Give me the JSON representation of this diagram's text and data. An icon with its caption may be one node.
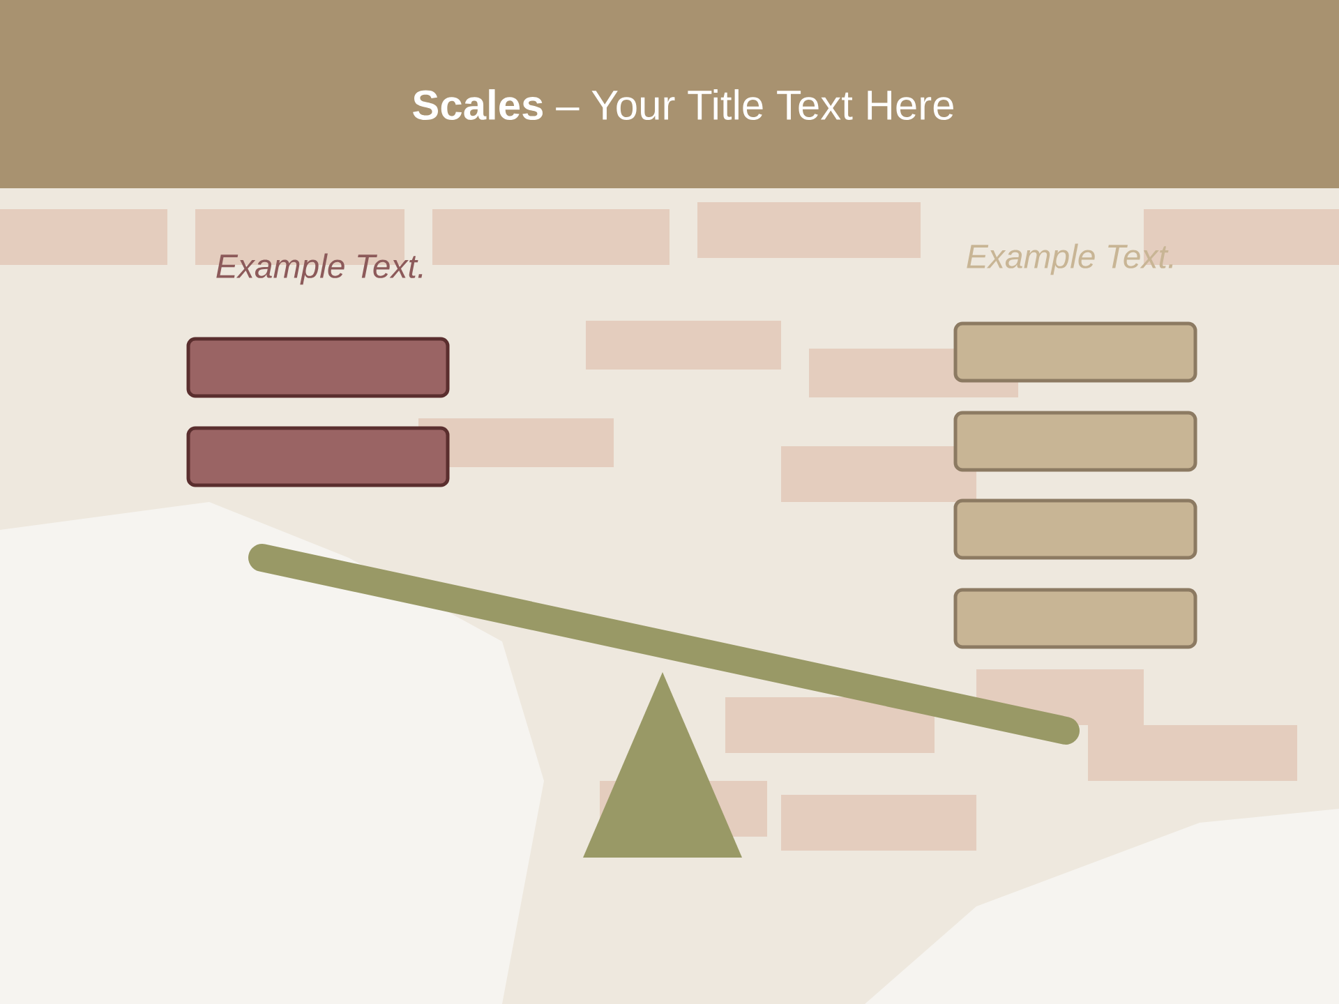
{
  "diagram": {
    "title": "**Scales** – Your Title Text Here",
    "nodes": [
      {
        "text": [],
        "shape": "box"
      },
      {
        "text": [],
        "shape": "box"
      },
      {
        "text": [],
        "shape": "box"
      },
      {
        "text": [],
        "shape": "box"
      },
      {
        "text": [],
        "shape": "box"
      },
      {
        "text": [],
        "shape": "box"
      }
    ],
    "labels": [
      "Example Text.",
      "Example Text."
    ]
  }
}
